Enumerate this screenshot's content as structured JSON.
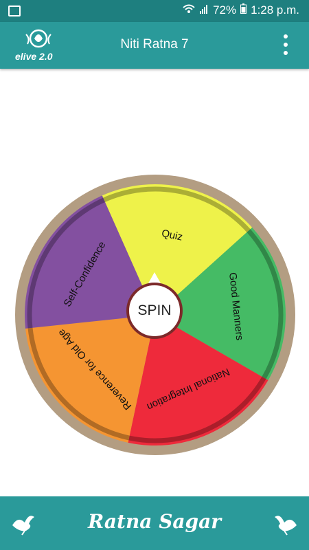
{
  "status_bar": {
    "signal_percent": "72%",
    "time": "1:28 p.m."
  },
  "app_bar": {
    "logo_text": "elive 2.0",
    "title": "Niti Ratna 7"
  },
  "wheel": {
    "segments": [
      {
        "label": "Quiz",
        "color": "#eef24a"
      },
      {
        "label": "Good Manners",
        "color": "#45bb65"
      },
      {
        "label": "National Integration",
        "color": "#ee2a3b"
      },
      {
        "label": "Reverence for Old Age",
        "color": "#f59532"
      },
      {
        "label": "Self-Confidence",
        "color": "#8350a0"
      }
    ],
    "rim_color": "#b39d82",
    "spin_label": "SPIN"
  },
  "footer": {
    "brand": "Ratna Sagar",
    "icons": [
      "dove-icon",
      "dove-icon"
    ]
  },
  "colors": {
    "status_bar": "#1e7f7f",
    "app_bar": "#2a9a9a"
  }
}
